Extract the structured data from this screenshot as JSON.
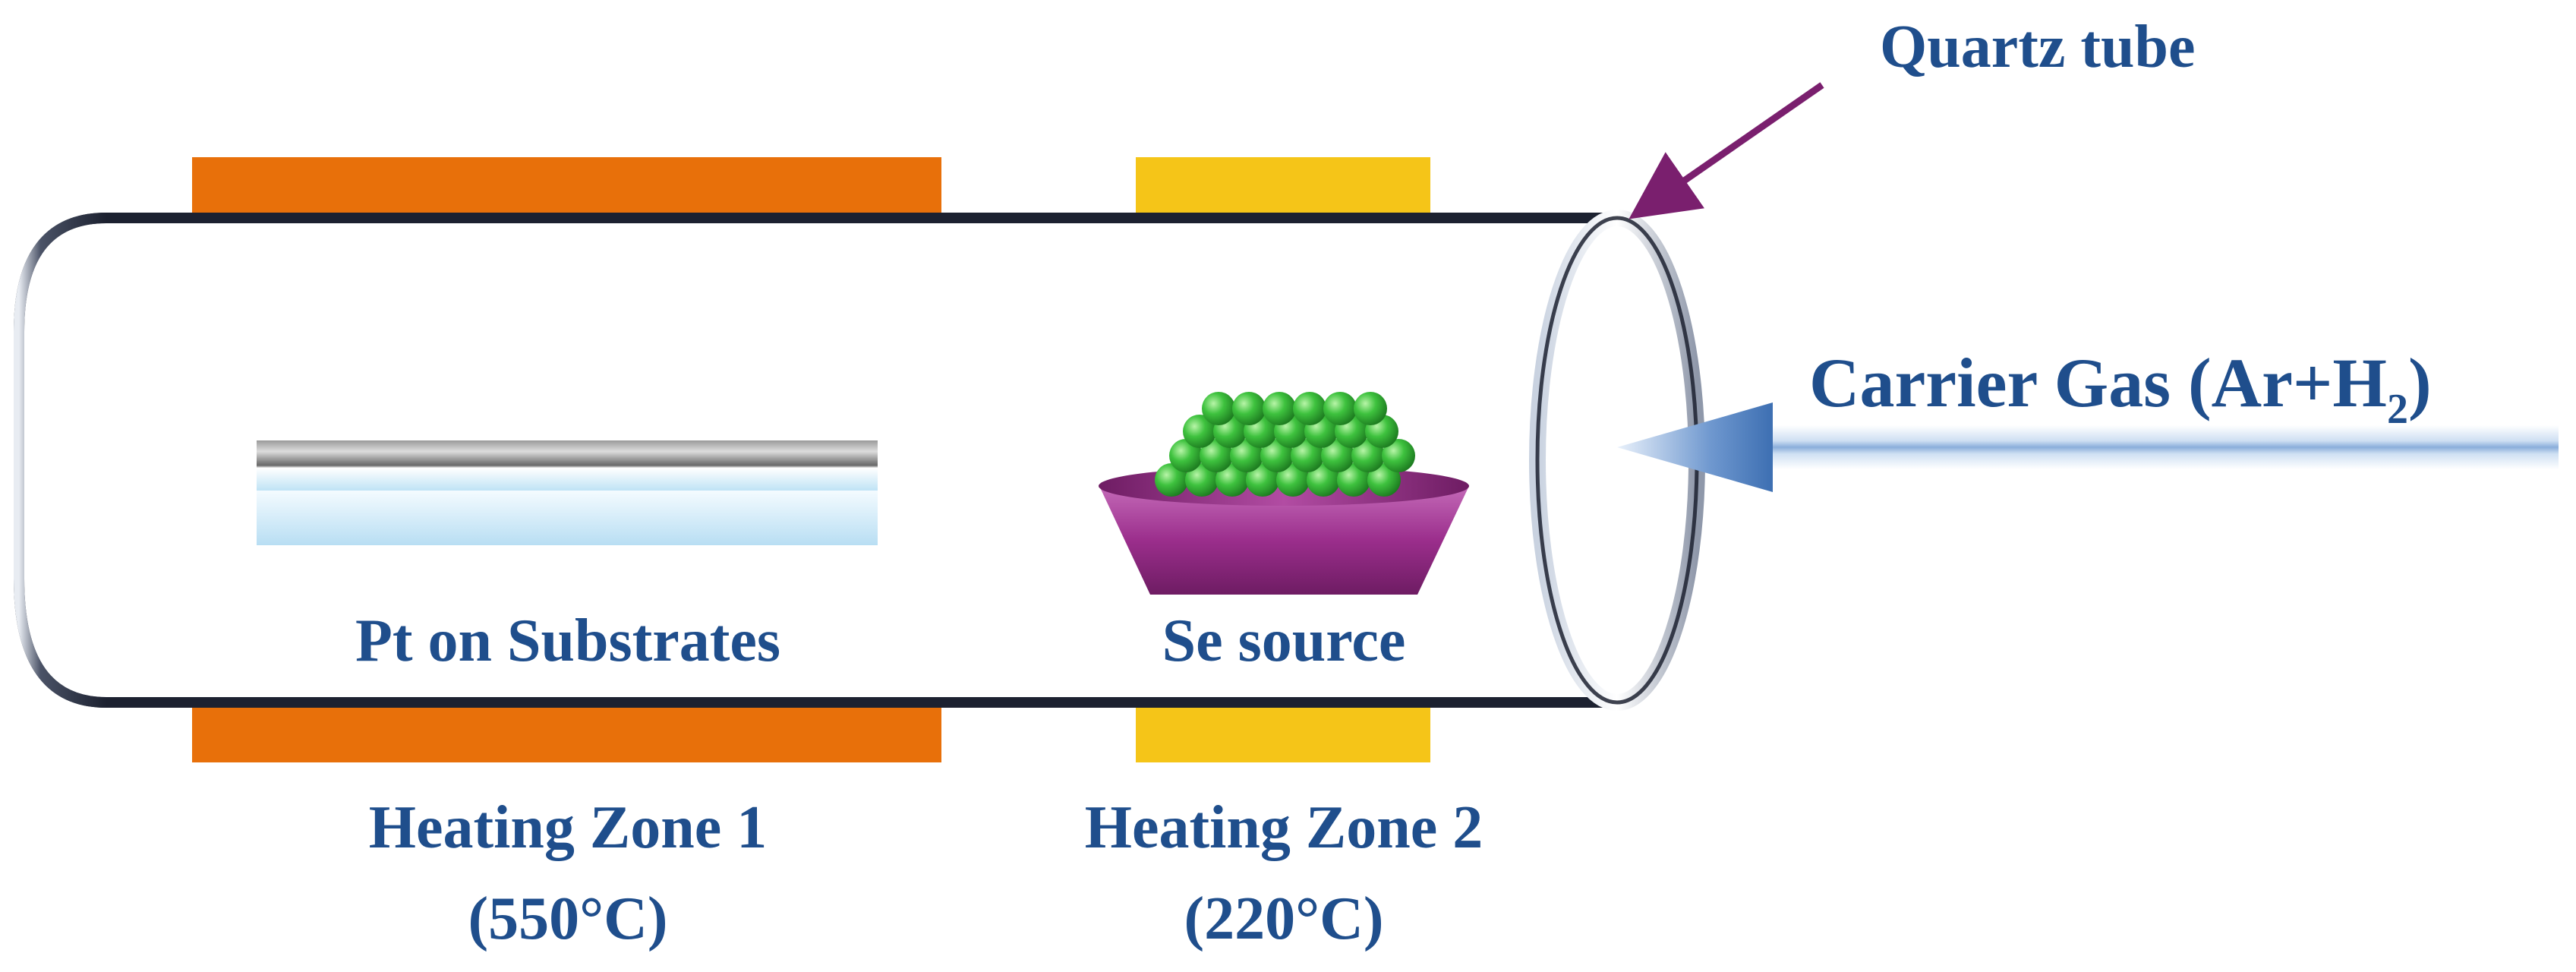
{
  "labels": {
    "quartz_tube": "Quartz tube",
    "carrier_gas": "Carrier Gas (Ar+H",
    "carrier_gas_subscript": "2",
    "carrier_gas_close": ")",
    "pt_substrates": "Pt on Substrates",
    "se_source": "Se source",
    "zone1_name": "Heating Zone 1",
    "zone1_temp": "(550°C)",
    "zone2_name": "Heating Zone 2",
    "zone2_temp": "(220°C)"
  },
  "colors": {
    "label_text": "#1f4e8c",
    "heating_zone_1": "#e8700a",
    "heating_zone_2": "#f5c518",
    "tube_outline": "#1c2130",
    "quartz_pointer": "#7a1f6e",
    "se_particles": "#3ec23e",
    "crucible": "#9b2e8c",
    "gas_arrow": "#8fb0dc"
  },
  "icons": {
    "tube": "quartz-tube-icon",
    "substrate": "substrate-icon",
    "crucible": "crucible-icon",
    "gas_arrow": "gas-flow-arrow-icon",
    "pointer": "pointer-arrow-icon"
  }
}
